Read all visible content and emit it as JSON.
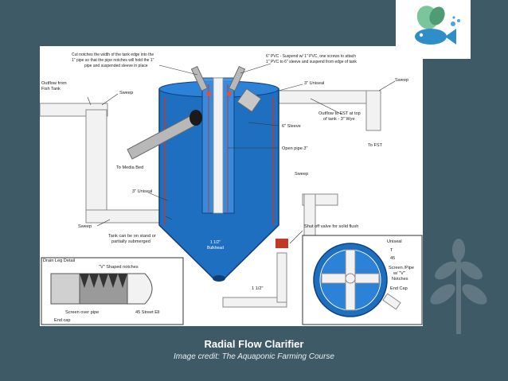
{
  "caption": {
    "title": "Radial Flow Clarifier",
    "credit": "Image credit: The Aquaponic Farming Course"
  },
  "logo": {
    "icon": "fish-leaf-logo-icon"
  },
  "watermark": {
    "icon": "plant-leaf-icon"
  },
  "diagram": {
    "labels": {
      "cut_notches": [
        "Cut notches the width of the tank edge into the",
        "1\" pipe so that the pipe notches will hold the 1\"",
        "pipe and suspended sleeve in place"
      ],
      "pvc_suspend": [
        "6\" PVC - Suspend w/ 1\" PVC, one screws to attach",
        "1\" PVC to 6\" sleeve and suspend from edge of tank"
      ],
      "outflow_fish": [
        "Outflow from",
        "Fish Tank"
      ],
      "sweep_1": "Sweep",
      "uniseal_3a": "3\" Uniseal",
      "sweep_2": "Sweep",
      "outflow_fst": [
        "Outflow to FST at top",
        "of tank - 3\" Wye"
      ],
      "six_sleeve": "6\" Sleeve",
      "to_fst": "To FST",
      "open_pipe": "Open pipe 3\"",
      "to_media_bed": "To Media Bed",
      "sweep_3": "Sweep",
      "uniseal_3b": "3\" Uniseal",
      "sweep_4": "Sweep",
      "shut_off": "Shut off valve for solid flush",
      "stand": [
        "Tank can be on stand or",
        "partially submerged"
      ],
      "bulkhead": [
        "1 1/2\"",
        "Bulkhead"
      ],
      "drain_leg": "Drain Leg Detail",
      "v_notches": "\"V\" Shaped notches",
      "screen_over_pipe": "Screen over pipe",
      "street_ell": "45 Street Ell",
      "end_cap_left": "End cap",
      "one_half": "1 1/2\"",
      "uniseal_r": "Uniseal",
      "tee": "T",
      "forty_five": "45",
      "screen_pipe": [
        "Screen /Pipe",
        "w/ \"V\"",
        "Notches"
      ],
      "end_cap_right": "End Cap"
    }
  }
}
